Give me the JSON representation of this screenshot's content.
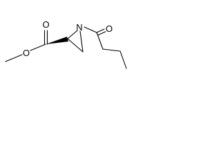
{
  "atoms": {
    "ester_oxygen": "O",
    "carbonyl_oxygen_ester": "O",
    "nitrogen": "N",
    "carbonyl_oxygen_amide": "O"
  }
}
